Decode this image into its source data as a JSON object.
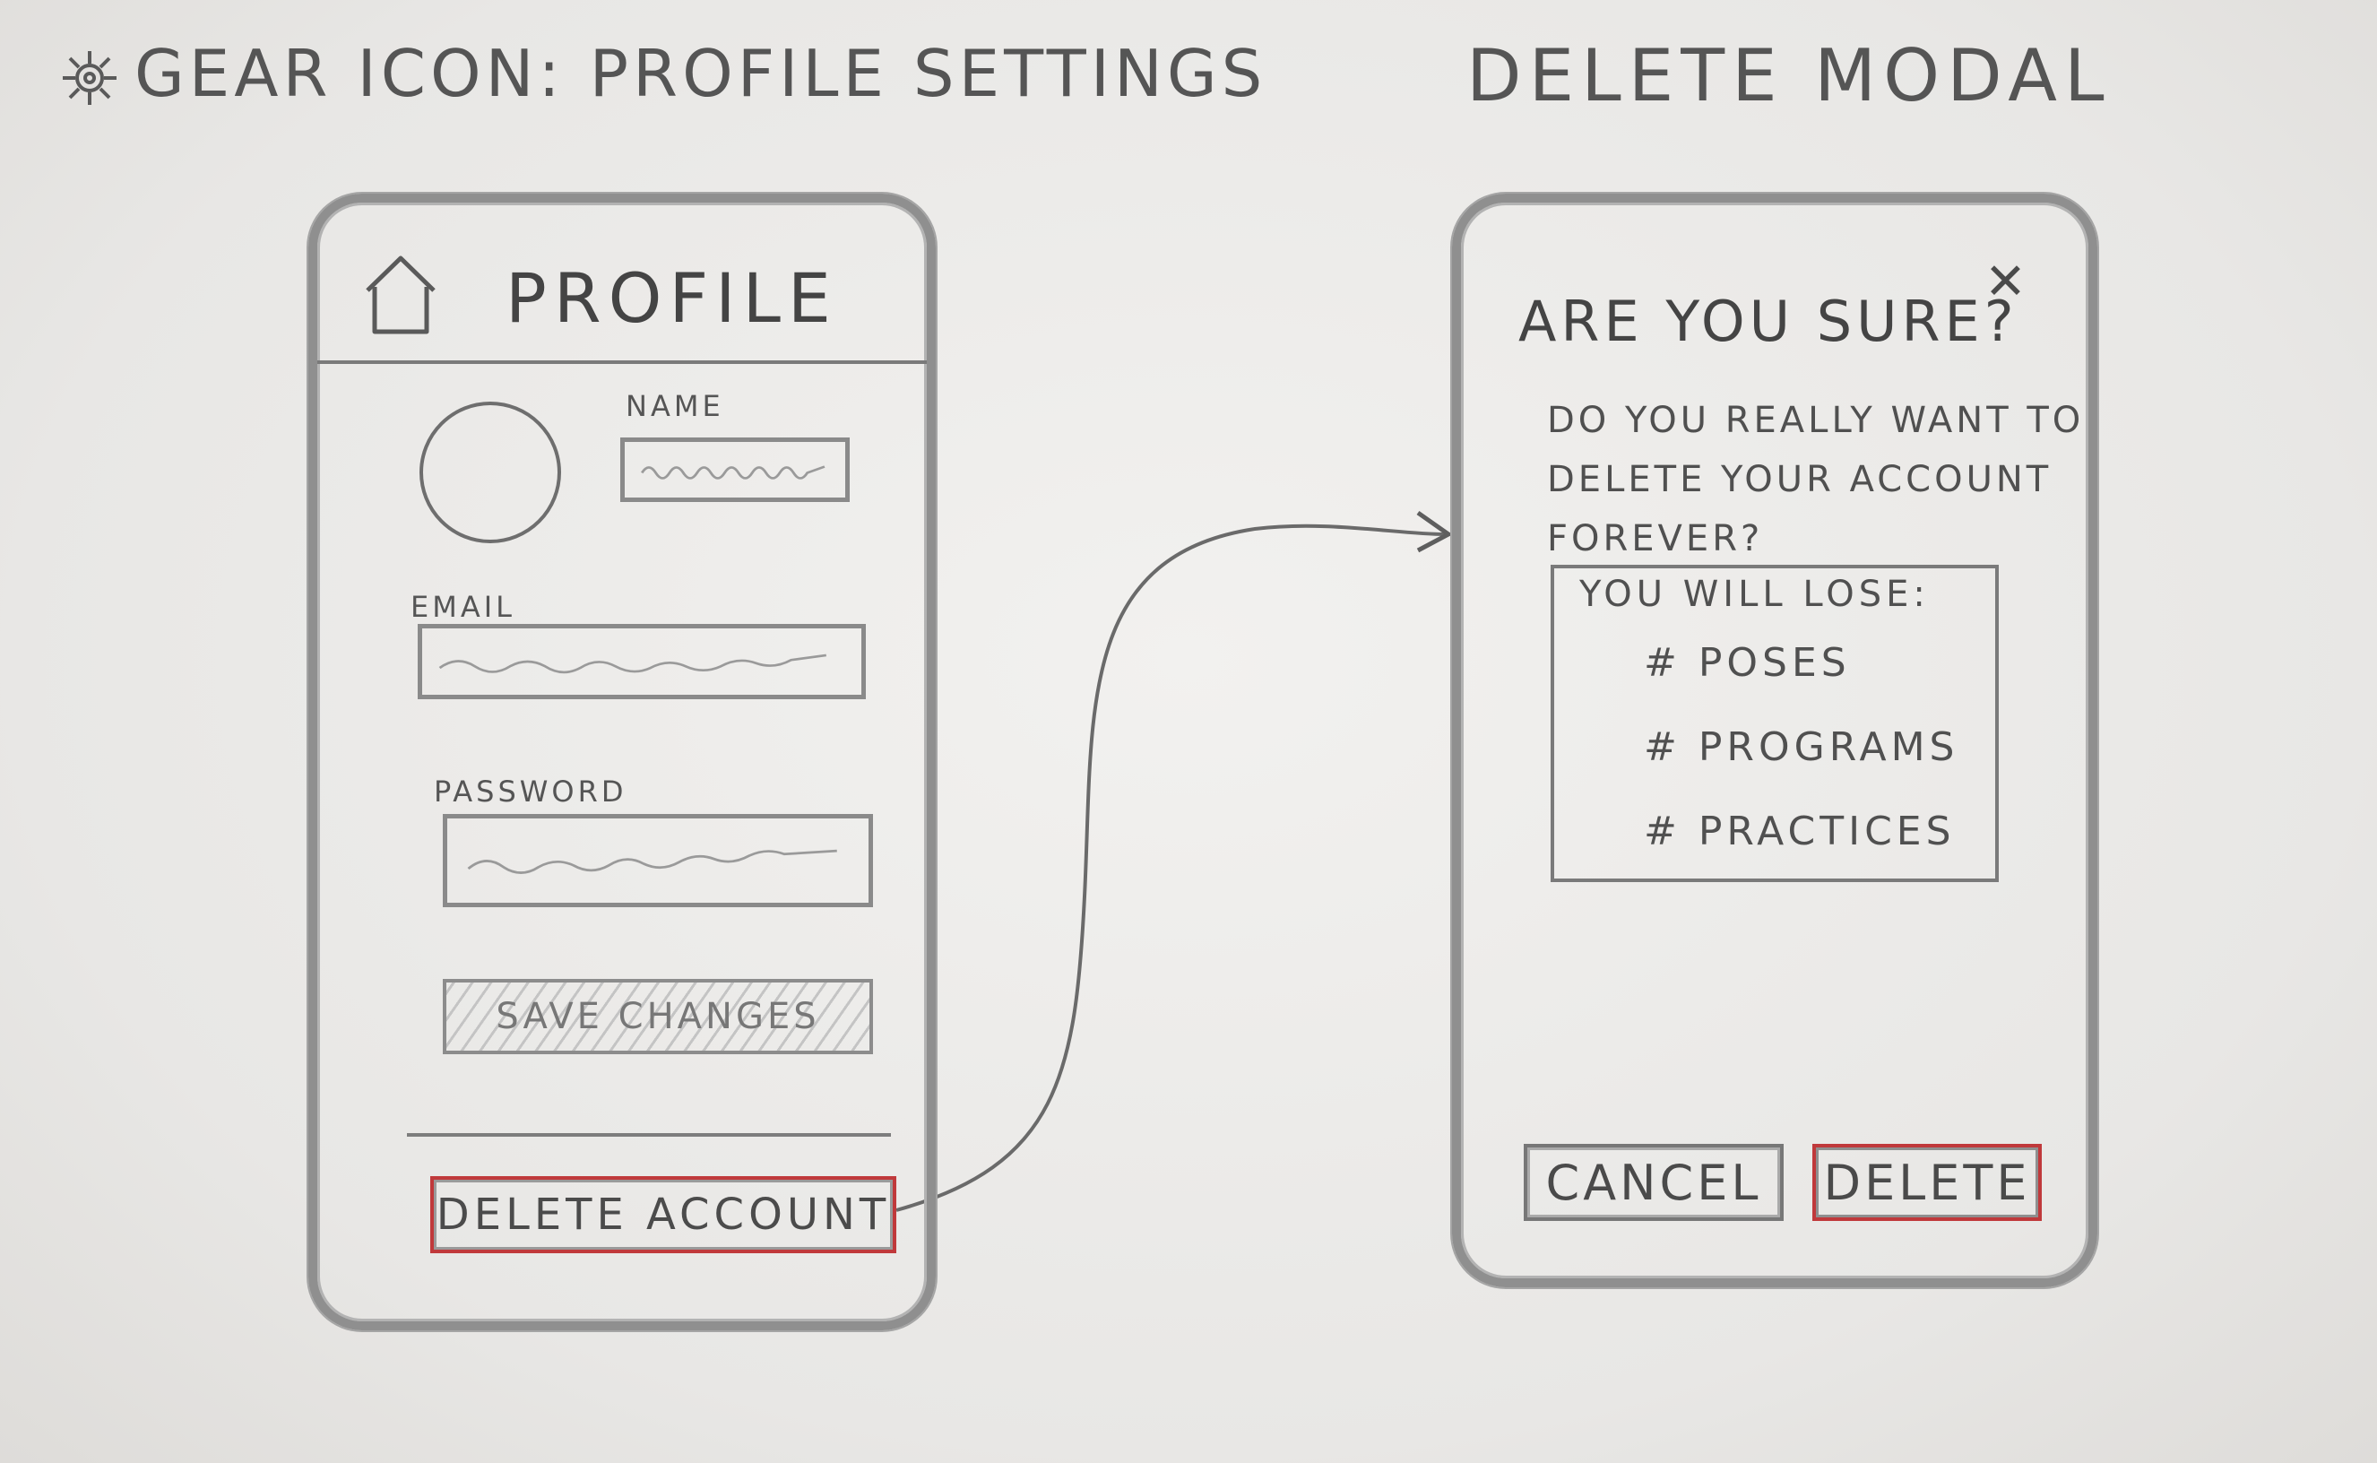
{
  "headings": {
    "left": "Gear icon: Profile settings",
    "right": "Delete modal"
  },
  "profile_screen": {
    "header": {
      "home_icon": "home-icon",
      "title": "Profile"
    },
    "fields": {
      "name_label": "Name",
      "email_label": "Email",
      "password_label": "Password"
    },
    "save_button": "Save changes",
    "delete_account_button": "Delete account"
  },
  "delete_modal": {
    "close_icon": "close-icon",
    "title": "Are you sure?",
    "body": "Do you really want to delete your account forever?",
    "lose_box": {
      "heading": "You will lose:",
      "items": [
        "# Poses",
        "# Programs",
        "# Practices"
      ]
    },
    "cancel_button": "Cancel",
    "delete_button": "Delete"
  },
  "colors": {
    "pencil": "#555555",
    "danger_red": "#c0393b",
    "paper": "#efeeec"
  }
}
